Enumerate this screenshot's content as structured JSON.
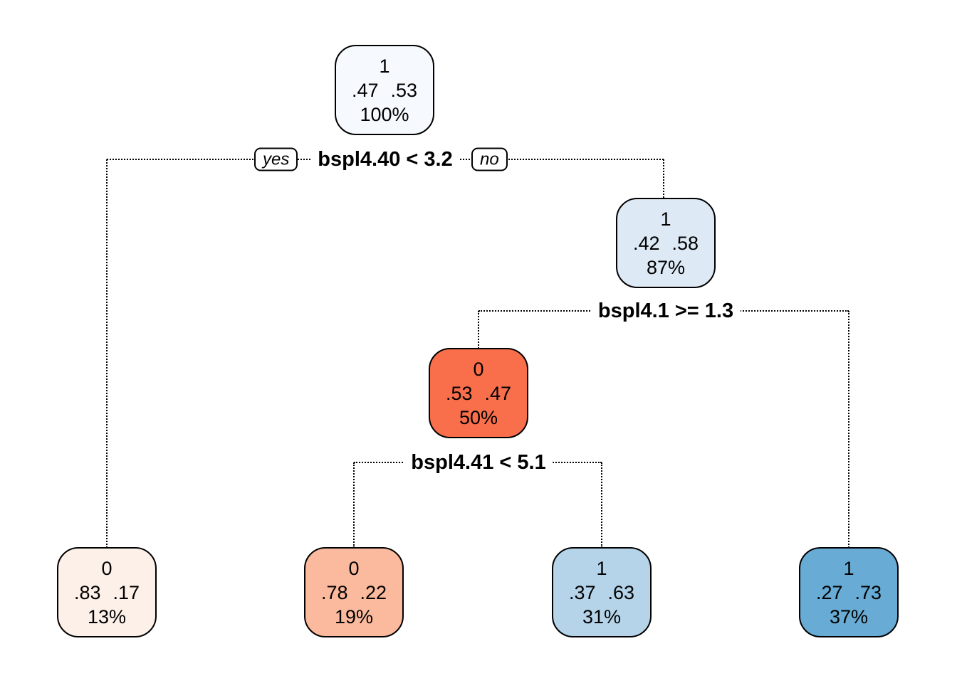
{
  "figure": {
    "kind": "decision-tree-plot",
    "background": "#FFFFFF",
    "edge_color": "#000000",
    "edge_style": "dotted"
  },
  "branch_tags": {
    "yes": "yes",
    "no": "no"
  },
  "splits": {
    "split1": {
      "label": "bspl4.40 < 3.2"
    },
    "split2": {
      "label": "bspl4.1 >= 1.3"
    },
    "split3": {
      "label": "bspl4.41 < 5.1"
    }
  },
  "nodes": {
    "root": {
      "class": "1",
      "prob_left": ".47",
      "prob_right": ".53",
      "coverage": "100%",
      "fill": "#F6F9FD"
    },
    "right": {
      "class": "1",
      "prob_left": ".42",
      "prob_right": ".58",
      "coverage": "87%",
      "fill": "#DDE9F5"
    },
    "mid": {
      "class": "0",
      "prob_left": ".53",
      "prob_right": ".47",
      "coverage": "50%",
      "fill": "#F96F4C"
    },
    "leaf1": {
      "class": "0",
      "prob_left": ".83",
      "prob_right": ".17",
      "coverage": "13%",
      "fill": "#FCF0E9"
    },
    "leaf2": {
      "class": "0",
      "prob_left": ".78",
      "prob_right": ".22",
      "coverage": "19%",
      "fill": "#FBBA9D"
    },
    "leaf3": {
      "class": "1",
      "prob_left": ".37",
      "prob_right": ".63",
      "coverage": "31%",
      "fill": "#B5D4E9"
    },
    "leaf4": {
      "class": "1",
      "prob_left": ".27",
      "prob_right": ".73",
      "coverage": "37%",
      "fill": "#68ABD4"
    }
  }
}
